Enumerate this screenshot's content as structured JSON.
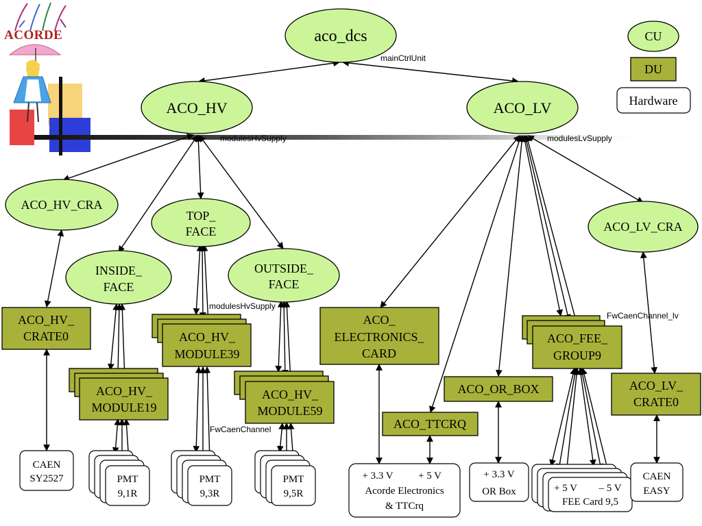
{
  "logo": {
    "text": "ACORDE"
  },
  "legend": {
    "cu": "CU",
    "du": "DU",
    "hardware": "Hardware"
  },
  "nodes": {
    "aco_dcs": "aco_dcs",
    "aco_hv": "ACO_HV",
    "aco_lv": "ACO_LV",
    "aco_hv_cra": "ACO_HV_CRA",
    "top_face": [
      "TOP_",
      "FACE"
    ],
    "inside_face": [
      "INSIDE_",
      "FACE"
    ],
    "outside_face": [
      "OUTSIDE_",
      "FACE"
    ],
    "aco_lv_cra": "ACO_LV_CRA",
    "aco_hv_crate0": [
      "ACO_HV_",
      "CRATE0"
    ],
    "aco_hv_module39": [
      "ACO_HV_",
      "MODULE39"
    ],
    "aco_hv_module19": [
      "ACO_HV_",
      "MODULE19"
    ],
    "aco_hv_module59": [
      "ACO_HV_",
      "MODULE59"
    ],
    "aco_electronics_card": [
      "ACO_",
      "ELECTRONICS_",
      "CARD"
    ],
    "aco_fee_group9": [
      "ACO_FEE_",
      "GROUP9"
    ],
    "aco_lv_crate0": [
      "ACO_LV_",
      "CRATE0"
    ],
    "aco_or_box": "ACO_OR_BOX",
    "aco_ttcrq": "ACO_TTCRQ"
  },
  "hardware": {
    "caen_sy2527": [
      "CAEN",
      "SY2527"
    ],
    "pmt_91r": [
      "PMT",
      "9,1R"
    ],
    "pmt_93r": [
      "PMT",
      "9,3R"
    ],
    "pmt_95r": [
      "PMT",
      "9,5R"
    ],
    "acorde_electronics": [
      "+ 3.3 V",
      "+ 5 V",
      "Acorde Electronics",
      "& TTCrq"
    ],
    "or_box": [
      "+ 3.3 V",
      "OR Box"
    ],
    "fee_card": [
      "+ 5 V",
      "– 5 V",
      "FEE Card 9,5"
    ],
    "caen_easy": [
      "CAEN",
      "EASY"
    ]
  },
  "annotations": {
    "main_ctrl_unit": "mainCtrlUnit",
    "modules_hv_supply_top": "modulesHvSupply",
    "modules_lv_supply": "modulesLvSupply",
    "modules_hv_supply_mid": "modulesHvSupply",
    "fw_caen_channel_lv": "FwCaenChannel_lv",
    "fw_caen_channel": "FwCaenChannel"
  },
  "colors": {
    "cu_fill": "#ccf59a",
    "du_fill": "#a8b23a",
    "hardware_fill": "#ffffff"
  }
}
